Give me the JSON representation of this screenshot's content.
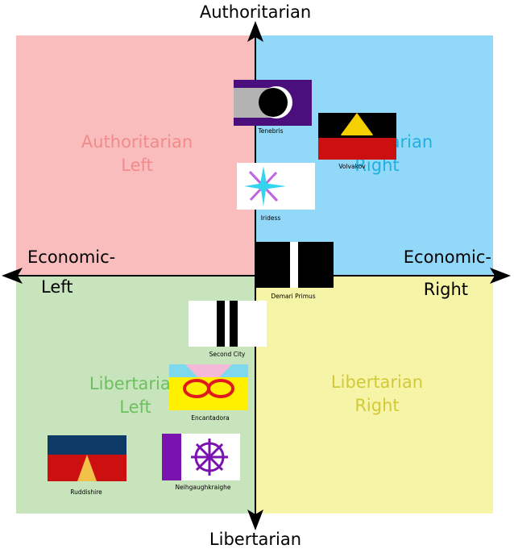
{
  "axes": {
    "top": "Authoritarian",
    "bottom": "Libertarian",
    "left_line1": "Economic-",
    "left_line2": "Left",
    "right_line1": "Economic-",
    "right_line2": "Right"
  },
  "quadrants": {
    "auth_left": {
      "line1": "Authoritarian",
      "line2": "Left",
      "fill": "#f9bdbd",
      "text_color": "#f28b8b"
    },
    "auth_right": {
      "line1": "Authoritarian",
      "line2": "Right",
      "fill": "#92d8f8",
      "text_color": "#22b0e0"
    },
    "lib_left": {
      "line1": "Libertarian",
      "line2": "Left",
      "fill": "#c8e4bd",
      "text_color": "#6cc05e"
    },
    "lib_right": {
      "line1": "Libertarian",
      "line2": "Right",
      "fill": "#f6f4a7",
      "text_color": "#d2c93a"
    }
  },
  "flags": [
    {
      "name": "Tenebris"
    },
    {
      "name": "Volvakov"
    },
    {
      "name": "Iridess"
    },
    {
      "name": "Demari Primus"
    },
    {
      "name": "Second City"
    },
    {
      "name": "Encantadora"
    },
    {
      "name": "Ruddishire"
    },
    {
      "name": "Neihgaughkraighe"
    }
  ]
}
